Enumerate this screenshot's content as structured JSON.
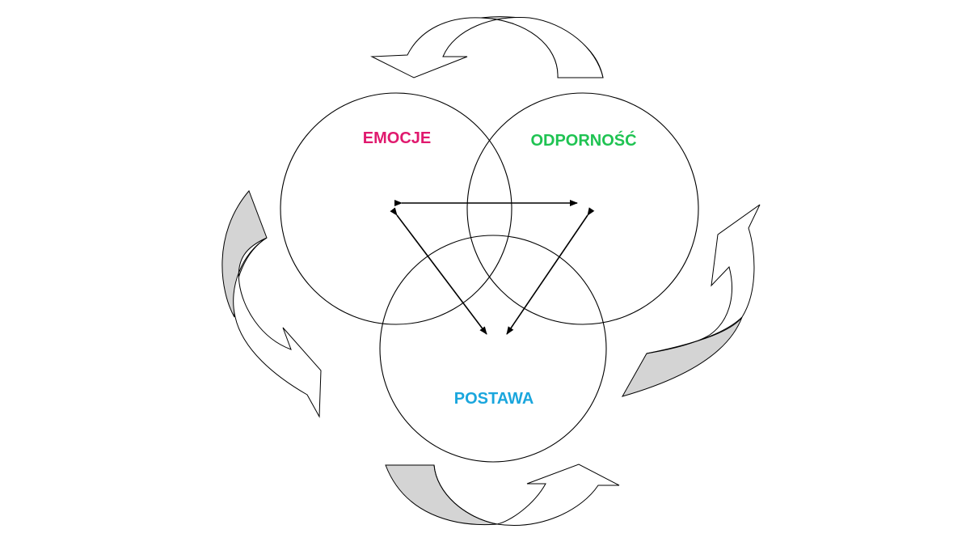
{
  "labels": {
    "emotions": "EMOCJE",
    "resilience": "ODPORNOŚĆ",
    "attitude": "POSTAWA"
  },
  "colors": {
    "emotions": "#e0196e",
    "resilience": "#1fc352",
    "attitude": "#1aa6dd",
    "arrow_fill": "#ffffff",
    "arrow_shade": "#d4d4d4",
    "stroke": "#000000"
  }
}
